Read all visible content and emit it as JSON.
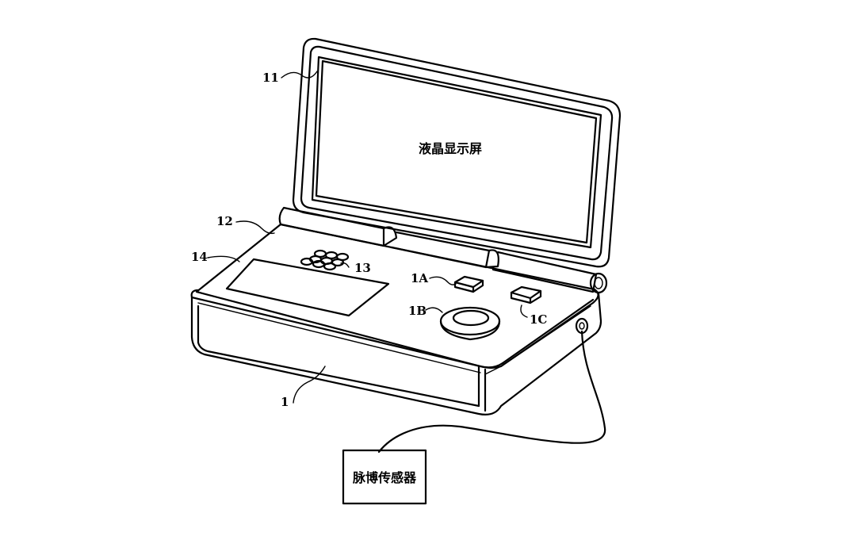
{
  "screen_label": "液晶显示屏",
  "sensor_label": "脉博传感器",
  "callouts": {
    "c11": "11",
    "c12": "12",
    "c13": "13",
    "c14": "14",
    "c1A": "1A",
    "c1B": "1B",
    "c1C": "1C",
    "c1": "1"
  }
}
